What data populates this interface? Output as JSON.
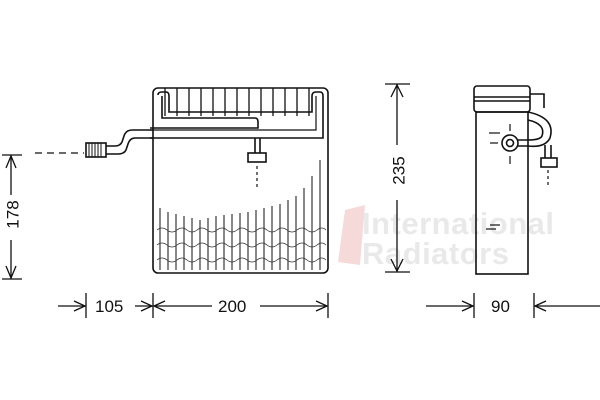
{
  "drawing": {
    "subject": "A/C evaporator technical drawing",
    "views": [
      "front-view",
      "side-view"
    ],
    "line_color": "#111111"
  },
  "dimensions": {
    "height_front": "178",
    "height_core": "235",
    "pipe_offset": "105",
    "width": "200",
    "depth": "90"
  },
  "watermark": {
    "line1": "International",
    "line2": "Radiators",
    "text_color": "#e9e9e9",
    "logo_color": "#f6dada"
  }
}
